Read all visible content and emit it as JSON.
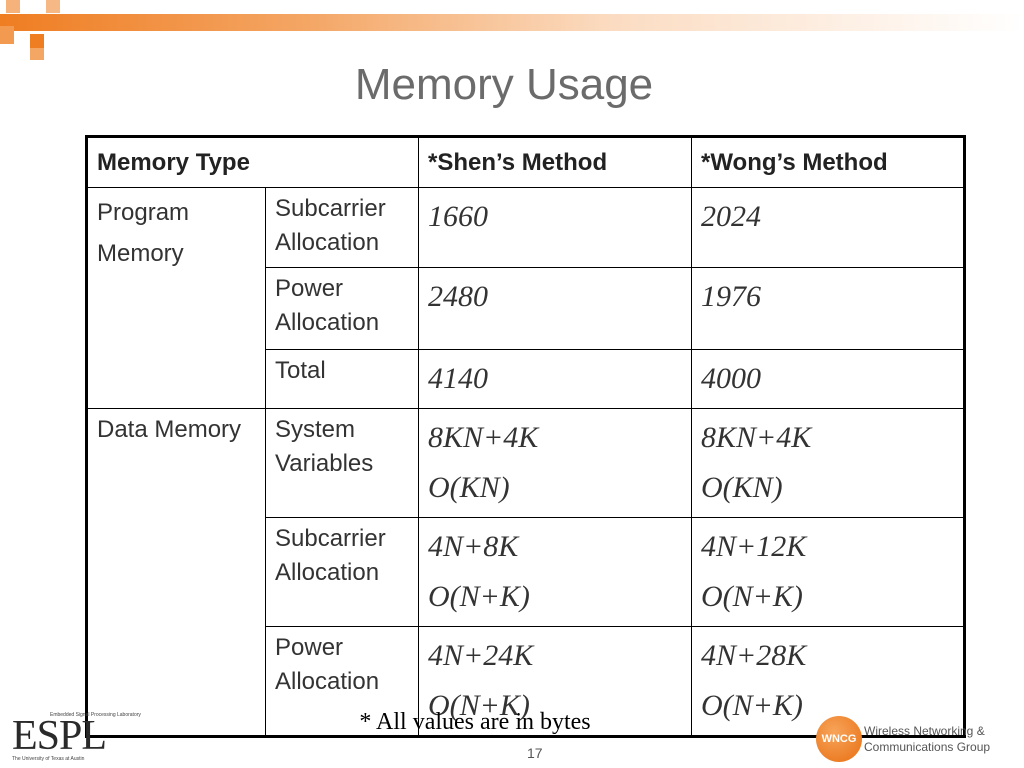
{
  "slide": {
    "title": "Memory Usage",
    "footnote": "* All values are in bytes",
    "page_number": "17"
  },
  "table": {
    "headers": [
      "Memory Type",
      "*Shen’s Method",
      "*Wong’s Method"
    ],
    "program": {
      "group": [
        "Program",
        "Memory"
      ],
      "rows": [
        {
          "label": "Subcarrier Allocation",
          "shen": "1660",
          "wong": "2024"
        },
        {
          "label": "Power Allocation",
          "shen": "2480",
          "wong": "1976"
        },
        {
          "label": "Total",
          "shen": "4140",
          "wong": "4000"
        }
      ]
    },
    "data": {
      "group": "Data Memory",
      "rows": [
        {
          "label": "System Variables",
          "shen": [
            "8KN+4K",
            "O(KN)"
          ],
          "wong": [
            "8KN+4K",
            "O(KN)"
          ]
        },
        {
          "label": "Subcarrier Allocation",
          "shen": [
            "4N+8K",
            "O(N+K)"
          ],
          "wong": [
            "4N+12K",
            "O(N+K)"
          ]
        },
        {
          "label": "Power Allocation",
          "shen": [
            "4N+24K",
            "O(N+K)"
          ],
          "wong": [
            "4N+28K",
            "O(N+K)"
          ]
        }
      ]
    }
  },
  "logos": {
    "espl": "ESPL",
    "espl_line1": "Embedded Signal Processing Laboratory",
    "espl_line2": "The University of Texas at Austin",
    "wncg_badge": "WNCG",
    "wncg_line1": "Wireless Networking &",
    "wncg_line2": "Communications Group"
  },
  "colors": {
    "accent": "#ef7d22",
    "title": "#6b6b6b"
  }
}
